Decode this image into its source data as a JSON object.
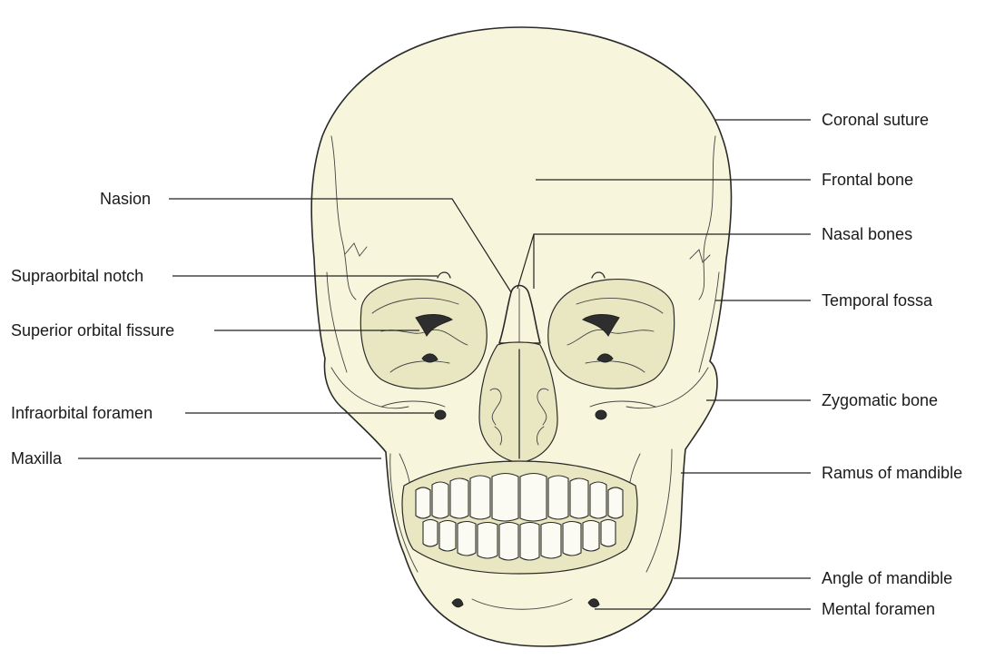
{
  "labels": {
    "coronal_suture": "Coronal suture",
    "frontal_bone": "Frontal bone",
    "nasion": "Nasion",
    "nasal_bones": "Nasal bones",
    "supraorbital_notch": "Supraorbital notch",
    "temporal_fossa": "Temporal fossa",
    "superior_orbital_fissure": "Superior orbital fissure",
    "infraorbital_foramen": "Infraorbital foramen",
    "zygomatic_bone": "Zygomatic bone",
    "maxilla": "Maxilla",
    "ramus_of_mandible": "Ramus of mandible",
    "angle_of_mandible": "Angle of mandible",
    "mental_foramen": "Mental foramen"
  },
  "colors": {
    "bone": "#f7f6dc",
    "outline": "#2a2a2a",
    "text": "#1a1a1a"
  }
}
